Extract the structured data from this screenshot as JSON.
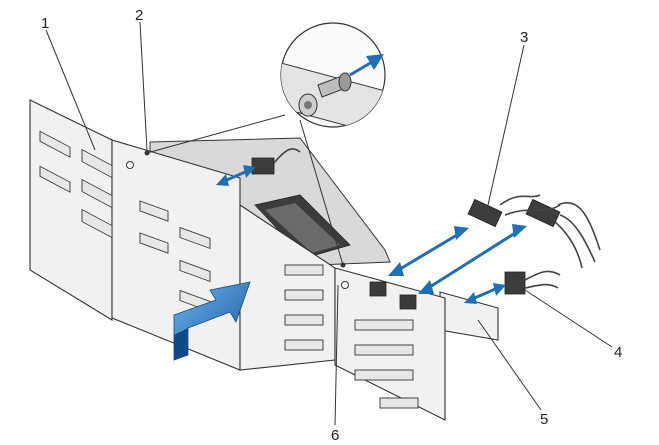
{
  "callouts": [
    {
      "id": "c1",
      "label": "1"
    },
    {
      "id": "c2",
      "label": "2"
    },
    {
      "id": "c3",
      "label": "3"
    },
    {
      "id": "c4",
      "label": "4"
    },
    {
      "id": "c5",
      "label": "5"
    },
    {
      "id": "c6",
      "label": "6"
    }
  ],
  "colors": {
    "arrow": "#1f6fb5",
    "metal": "#f1f1f1",
    "outline": "#333333",
    "background": "#ffffff"
  },
  "icons": {
    "insert_direction": "large-insertion-arrow-icon",
    "connect_direction": "double-headed-arrow-icon",
    "detail_view": "magnified-release-pin-icon"
  }
}
